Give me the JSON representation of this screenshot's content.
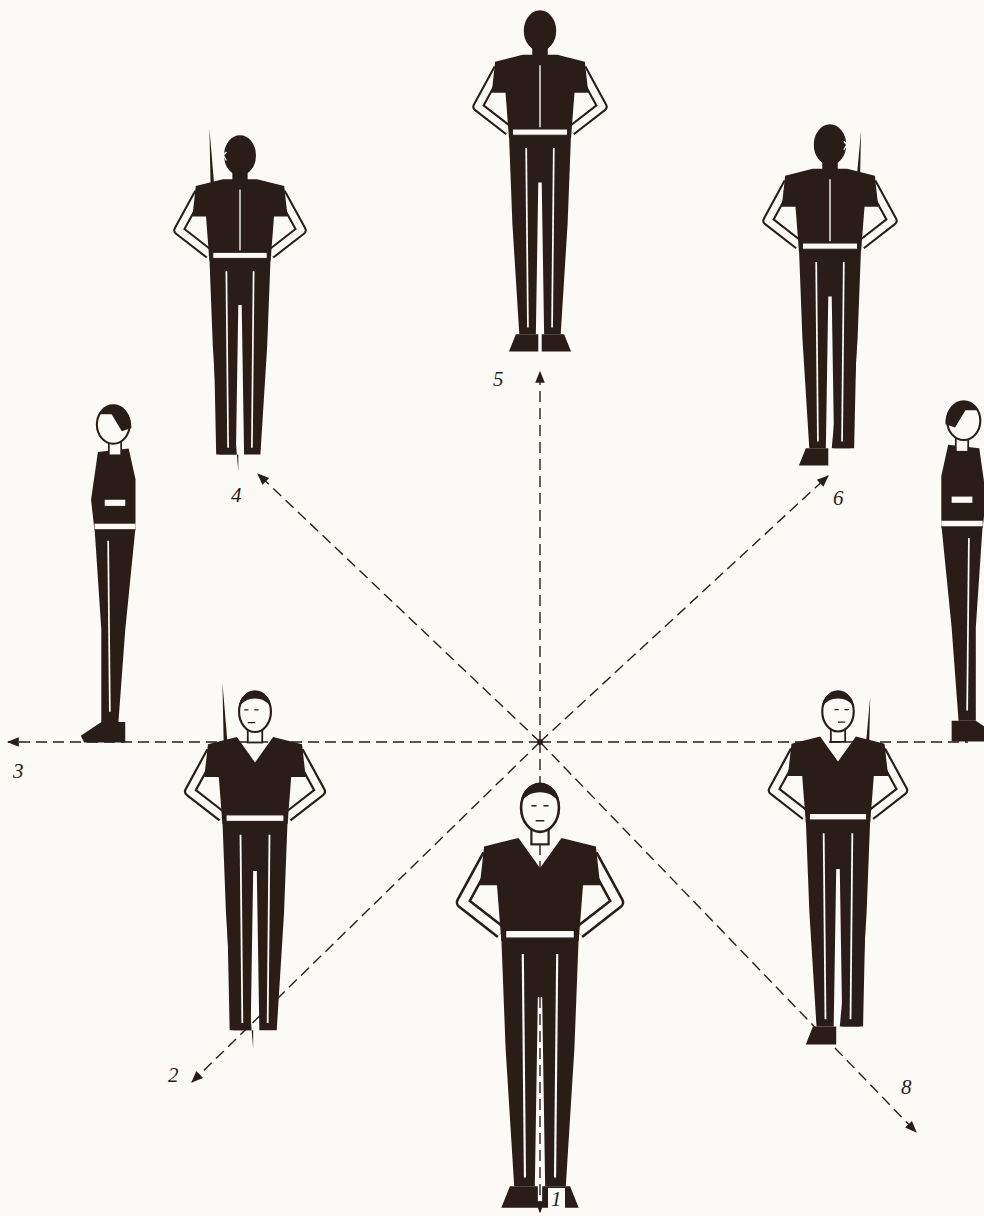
{
  "diagram": {
    "labels": [
      "5",
      "4",
      "6",
      "3",
      "2",
      "8",
      "1"
    ]
  }
}
